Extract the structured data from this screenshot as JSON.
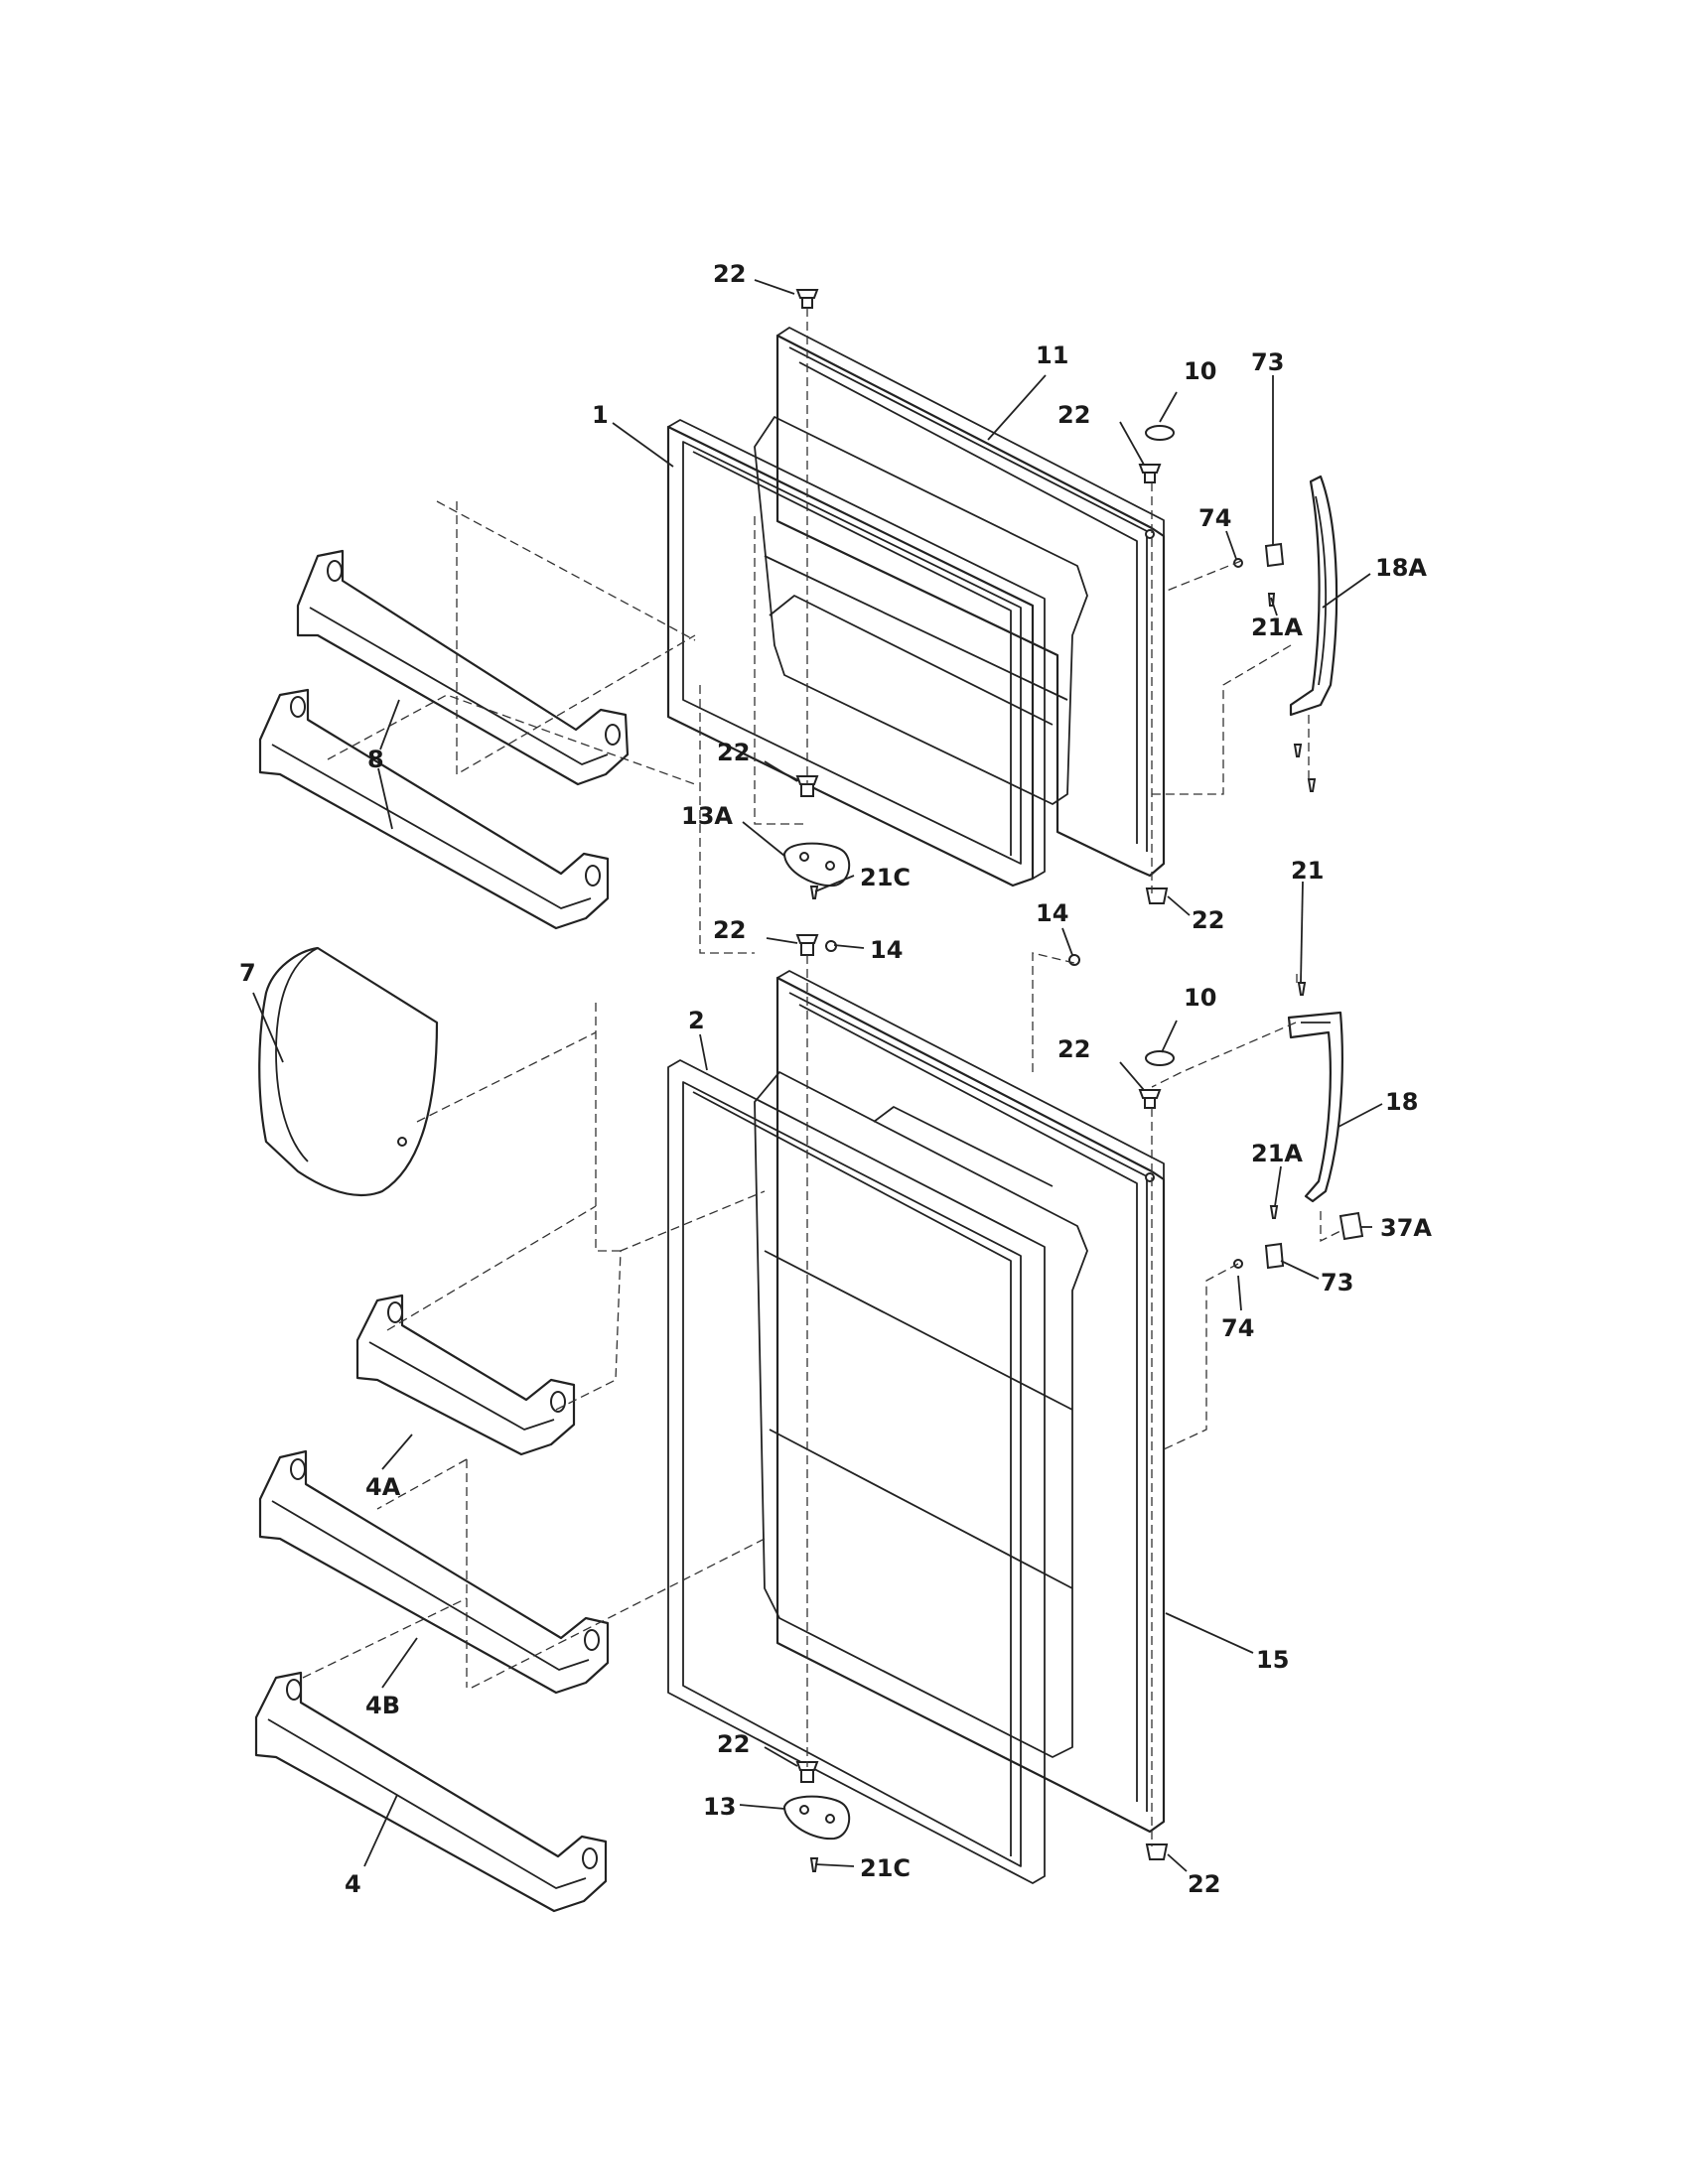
{
  "labels": {
    "l_22_top": "22",
    "l_11": "11",
    "l_10_top": "10",
    "l_22_b": "22",
    "l_1": "1",
    "l_73_top": "73",
    "l_74_top": "74",
    "l_18A": "18A",
    "l_21A_top": "21A",
    "l_8": "8",
    "l_22_c": "22",
    "l_13A": "13A",
    "l_21C_top": "21C",
    "l_22_d": "22",
    "l_21": "21",
    "l_14_a": "14",
    "l_14_b": "14",
    "l_22_e": "22",
    "l_7": "7",
    "l_2": "2",
    "l_10_bot": "10",
    "l_22_f": "22",
    "l_18": "18",
    "l_21A_bot": "21A",
    "l_37A": "37A",
    "l_73_bot": "73",
    "l_74_bot": "74",
    "l_4A": "4A",
    "l_4B": "4B",
    "l_15": "15",
    "l_22_g": "22",
    "l_13": "13",
    "l_21C_bot": "21C",
    "l_4": "4",
    "l_22_h": "22"
  }
}
